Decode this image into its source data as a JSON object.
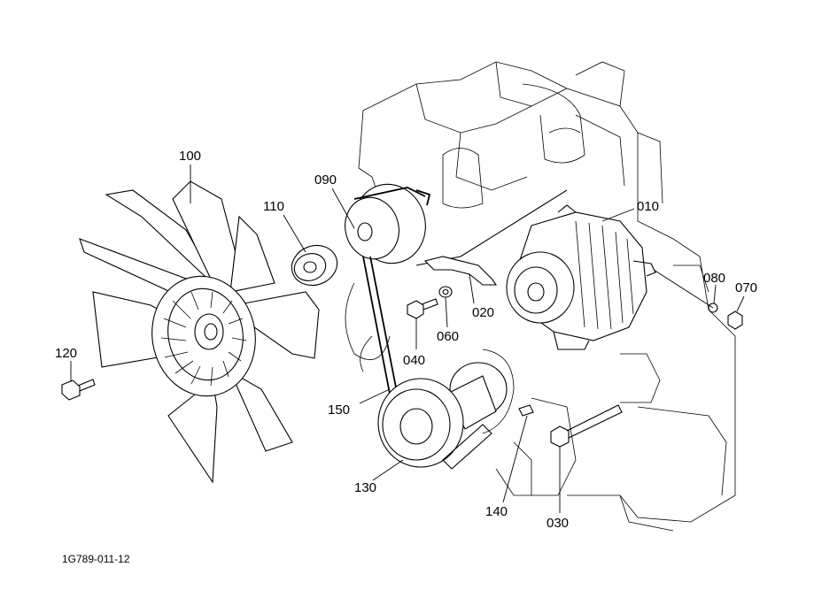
{
  "diagram_code": "1G789-011-12",
  "parts": [
    {
      "id": "010",
      "name": "alternator"
    },
    {
      "id": "020",
      "name": "alternator-bracket"
    },
    {
      "id": "030",
      "name": "bolt"
    },
    {
      "id": "040",
      "name": "bolt"
    },
    {
      "id": "060",
      "name": "washer"
    },
    {
      "id": "070",
      "name": "nut"
    },
    {
      "id": "080",
      "name": "washer"
    },
    {
      "id": "090",
      "name": "fan-drive-pulley"
    },
    {
      "id": "100",
      "name": "fan"
    },
    {
      "id": "110",
      "name": "spacer"
    },
    {
      "id": "120",
      "name": "bolt"
    },
    {
      "id": "130",
      "name": "crankshaft-pulley"
    },
    {
      "id": "140",
      "name": "key"
    },
    {
      "id": "150",
      "name": "fan-belt"
    }
  ]
}
